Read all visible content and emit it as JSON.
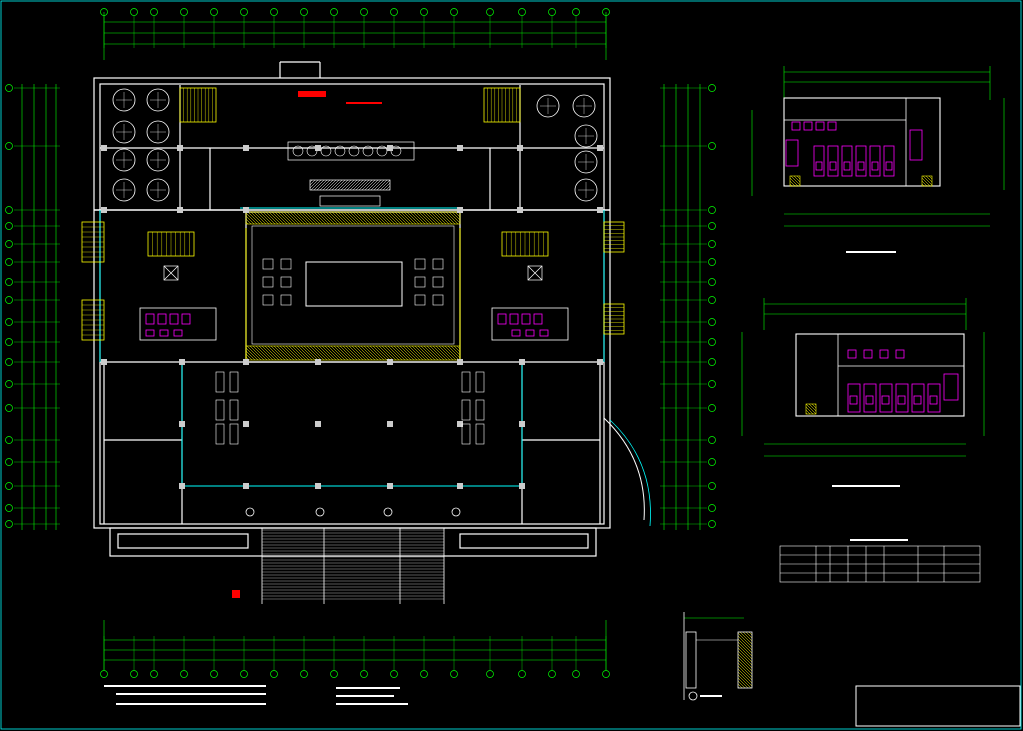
{
  "drawing": {
    "background": "#000000",
    "colors": {
      "dimension": "#00ff00",
      "wall": "#ffffff",
      "glass": "#00ffff",
      "fixture": "#ff00ff",
      "note": "#ff0000",
      "hatch": "#ffff00",
      "furniture": "#ffffff"
    },
    "views": [
      {
        "id": "main-floor-plan",
        "title": ""
      },
      {
        "id": "toilet-detail-plan-1",
        "title": ""
      },
      {
        "id": "toilet-detail-plan-2",
        "title": ""
      },
      {
        "id": "section-detail",
        "title": ""
      }
    ],
    "schedule_table": {
      "rows": 4,
      "cols": 8
    },
    "title_block": {
      "present": true
    }
  }
}
